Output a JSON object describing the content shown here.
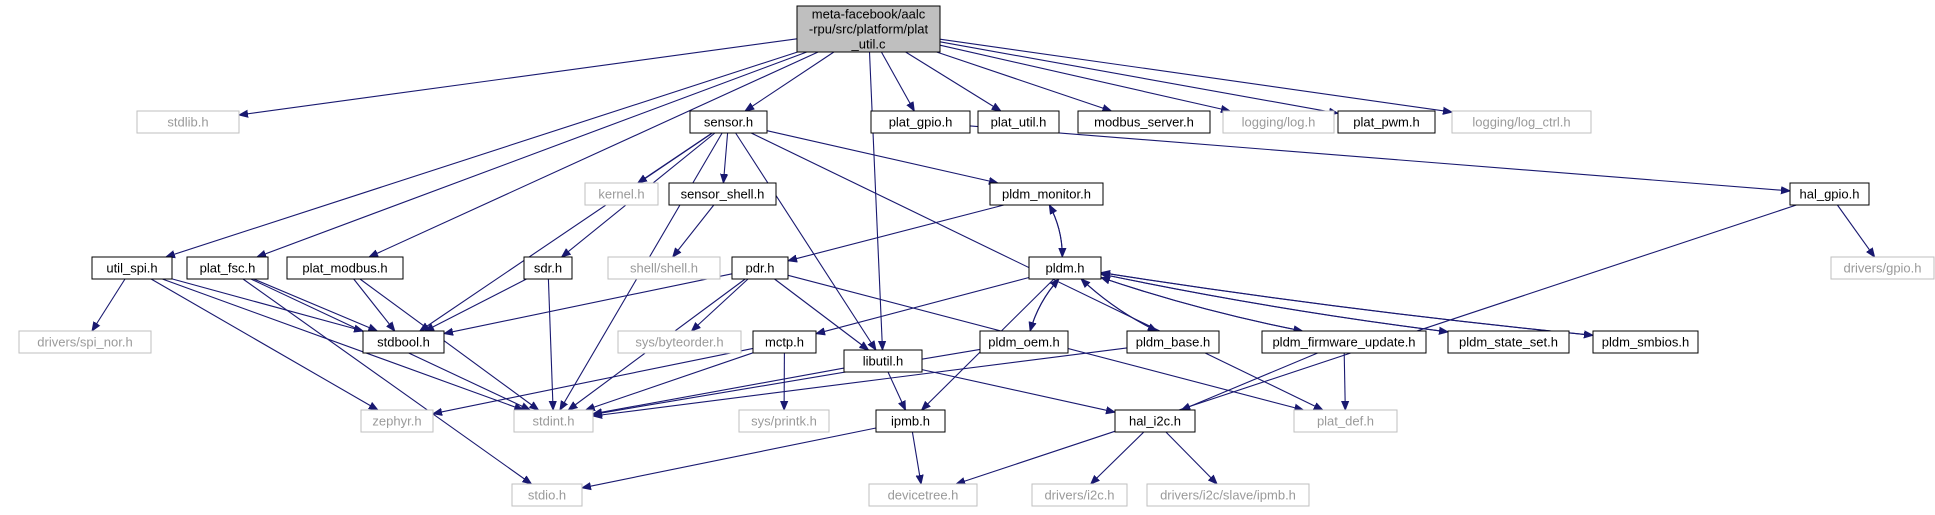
{
  "colors": {
    "edge": "#191970",
    "node_fill": "#ffffff",
    "node_border": "#000000",
    "root_fill": "#bfbfbf",
    "external_border": "#bfbfbf",
    "external_text": "#9a9a9a"
  },
  "nodes": [
    {
      "id": "root",
      "lines": [
        "meta-facebook/aalc",
        "-rpu/src/platform/plat",
        "_util.c"
      ],
      "kind": "root"
    },
    {
      "id": "stdlib",
      "lines": [
        "stdlib.h"
      ],
      "kind": "external"
    },
    {
      "id": "sensor",
      "lines": [
        "sensor.h"
      ],
      "kind": "normal"
    },
    {
      "id": "libutil",
      "lines": [
        "libutil.h"
      ],
      "kind": "normal"
    },
    {
      "id": "plat_gpio",
      "lines": [
        "plat_gpio.h"
      ],
      "kind": "normal"
    },
    {
      "id": "plat_util",
      "lines": [
        "plat_util.h"
      ],
      "kind": "normal"
    },
    {
      "id": "modbus_server",
      "lines": [
        "modbus_server.h"
      ],
      "kind": "normal"
    },
    {
      "id": "log",
      "lines": [
        "logging/log.h"
      ],
      "kind": "external"
    },
    {
      "id": "plat_pwm",
      "lines": [
        "plat_pwm.h"
      ],
      "kind": "normal"
    },
    {
      "id": "log_ctrl",
      "lines": [
        "logging/log_ctrl.h"
      ],
      "kind": "external"
    },
    {
      "id": "util_spi",
      "lines": [
        "util_spi.h"
      ],
      "kind": "normal"
    },
    {
      "id": "plat_fsc",
      "lines": [
        "plat_fsc.h"
      ],
      "kind": "normal"
    },
    {
      "id": "plat_modbus",
      "lines": [
        "plat_modbus.h"
      ],
      "kind": "normal"
    },
    {
      "id": "kernel",
      "lines": [
        "kernel.h"
      ],
      "kind": "external"
    },
    {
      "id": "sensor_shell",
      "lines": [
        "sensor_shell.h"
      ],
      "kind": "normal"
    },
    {
      "id": "pldm_monitor",
      "lines": [
        "pldm_monitor.h"
      ],
      "kind": "normal"
    },
    {
      "id": "hal_gpio",
      "lines": [
        "hal_gpio.h"
      ],
      "kind": "normal"
    },
    {
      "id": "shell",
      "lines": [
        "shell/shell.h"
      ],
      "kind": "external"
    },
    {
      "id": "drivers_gpio",
      "lines": [
        "drivers/gpio.h"
      ],
      "kind": "external"
    },
    {
      "id": "sdr",
      "lines": [
        "sdr.h"
      ],
      "kind": "normal"
    },
    {
      "id": "pdr",
      "lines": [
        "pdr.h"
      ],
      "kind": "normal"
    },
    {
      "id": "pldm",
      "lines": [
        "pldm.h"
      ],
      "kind": "normal"
    },
    {
      "id": "spi_nor",
      "lines": [
        "drivers/spi_nor.h"
      ],
      "kind": "external"
    },
    {
      "id": "stdbool",
      "lines": [
        "stdbool.h"
      ],
      "kind": "normal"
    },
    {
      "id": "byteorder",
      "lines": [
        "sys/byteorder.h"
      ],
      "kind": "external"
    },
    {
      "id": "mctp",
      "lines": [
        "mctp.h"
      ],
      "kind": "normal"
    },
    {
      "id": "pldm_oem",
      "lines": [
        "pldm_oem.h"
      ],
      "kind": "normal"
    },
    {
      "id": "pldm_base",
      "lines": [
        "pldm_base.h"
      ],
      "kind": "normal"
    },
    {
      "id": "pldm_fw",
      "lines": [
        "pldm_firmware_update.h"
      ],
      "kind": "normal"
    },
    {
      "id": "pldm_state",
      "lines": [
        "pldm_state_set.h"
      ],
      "kind": "normal"
    },
    {
      "id": "pldm_smbios",
      "lines": [
        "pldm_smbios.h"
      ],
      "kind": "normal"
    },
    {
      "id": "zephyr",
      "lines": [
        "zephyr.h"
      ],
      "kind": "external"
    },
    {
      "id": "stdint",
      "lines": [
        "stdint.h"
      ],
      "kind": "external"
    },
    {
      "id": "printk",
      "lines": [
        "sys/printk.h"
      ],
      "kind": "external"
    },
    {
      "id": "ipmb",
      "lines": [
        "ipmb.h"
      ],
      "kind": "normal"
    },
    {
      "id": "hal_i2c",
      "lines": [
        "hal_i2c.h"
      ],
      "kind": "normal"
    },
    {
      "id": "plat_def",
      "lines": [
        "plat_def.h"
      ],
      "kind": "external"
    },
    {
      "id": "stdio",
      "lines": [
        "stdio.h"
      ],
      "kind": "external"
    },
    {
      "id": "devicetree",
      "lines": [
        "devicetree.h"
      ],
      "kind": "external"
    },
    {
      "id": "drivers_i2c",
      "lines": [
        "drivers/i2c.h"
      ],
      "kind": "external"
    },
    {
      "id": "slave_ipmb",
      "lines": [
        "drivers/i2c/slave/ipmb.h"
      ],
      "kind": "external"
    }
  ],
  "edges": [
    [
      "root",
      "stdlib"
    ],
    [
      "root",
      "sensor"
    ],
    [
      "root",
      "libutil"
    ],
    [
      "root",
      "plat_gpio"
    ],
    [
      "root",
      "plat_util"
    ],
    [
      "root",
      "modbus_server"
    ],
    [
      "root",
      "log"
    ],
    [
      "root",
      "plat_pwm"
    ],
    [
      "root",
      "log_ctrl"
    ],
    [
      "root",
      "util_spi"
    ],
    [
      "root",
      "plat_fsc"
    ],
    [
      "root",
      "plat_modbus"
    ],
    [
      "sensor",
      "kernel"
    ],
    [
      "sensor",
      "sensor_shell"
    ],
    [
      "sensor",
      "pldm_monitor"
    ],
    [
      "sensor",
      "sdr"
    ],
    [
      "sensor",
      "stdbool"
    ],
    [
      "sensor",
      "stdint"
    ],
    [
      "sensor",
      "libutil"
    ],
    [
      "sensor",
      "plat_def"
    ],
    [
      "plat_gpio",
      "hal_gpio"
    ],
    [
      "sensor_shell",
      "shell"
    ],
    [
      "pldm_monitor",
      "pdr"
    ],
    [
      "pldm_monitor",
      "pldm"
    ],
    [
      "hal_gpio",
      "drivers_gpio"
    ],
    [
      "hal_gpio",
      "devicetree"
    ],
    [
      "util_spi",
      "spi_nor"
    ],
    [
      "util_spi",
      "stdbool"
    ],
    [
      "util_spi",
      "zephyr"
    ],
    [
      "util_spi",
      "stdint"
    ],
    [
      "plat_fsc",
      "stdbool"
    ],
    [
      "plat_fsc",
      "stdint"
    ],
    [
      "plat_fsc",
      "stdio"
    ],
    [
      "plat_modbus",
      "stdbool"
    ],
    [
      "plat_modbus",
      "stdint"
    ],
    [
      "sdr",
      "stdbool"
    ],
    [
      "sdr",
      "stdint"
    ],
    [
      "pdr",
      "stdbool"
    ],
    [
      "pdr",
      "byteorder"
    ],
    [
      "pdr",
      "stdint"
    ],
    [
      "pdr",
      "libutil"
    ],
    [
      "pdr",
      "plat_def"
    ],
    [
      "pldm",
      "pldm_monitor"
    ],
    [
      "pldm",
      "mctp"
    ],
    [
      "pldm",
      "pldm_oem"
    ],
    [
      "pldm",
      "pldm_base"
    ],
    [
      "pldm",
      "pldm_fw"
    ],
    [
      "pldm",
      "pldm_state"
    ],
    [
      "pldm",
      "pldm_smbios"
    ],
    [
      "pldm",
      "ipmb"
    ],
    [
      "pldm_oem",
      "pldm"
    ],
    [
      "pldm_base",
      "pldm"
    ],
    [
      "pldm_fw",
      "pldm"
    ],
    [
      "pldm_state",
      "pldm"
    ],
    [
      "pldm_smbios",
      "pldm"
    ],
    [
      "mctp",
      "zephyr"
    ],
    [
      "mctp",
      "stdint"
    ],
    [
      "mctp",
      "printk"
    ],
    [
      "libutil",
      "stdint"
    ],
    [
      "libutil",
      "ipmb"
    ],
    [
      "libutil",
      "hal_i2c"
    ],
    [
      "pldm_oem",
      "stdint"
    ],
    [
      "pldm_base",
      "stdint"
    ],
    [
      "pldm_fw",
      "hal_i2c"
    ],
    [
      "pldm_fw",
      "plat_def"
    ],
    [
      "ipmb",
      "stdio"
    ],
    [
      "ipmb",
      "devicetree"
    ],
    [
      "hal_i2c",
      "drivers_i2c"
    ],
    [
      "hal_i2c",
      "slave_ipmb"
    ]
  ]
}
